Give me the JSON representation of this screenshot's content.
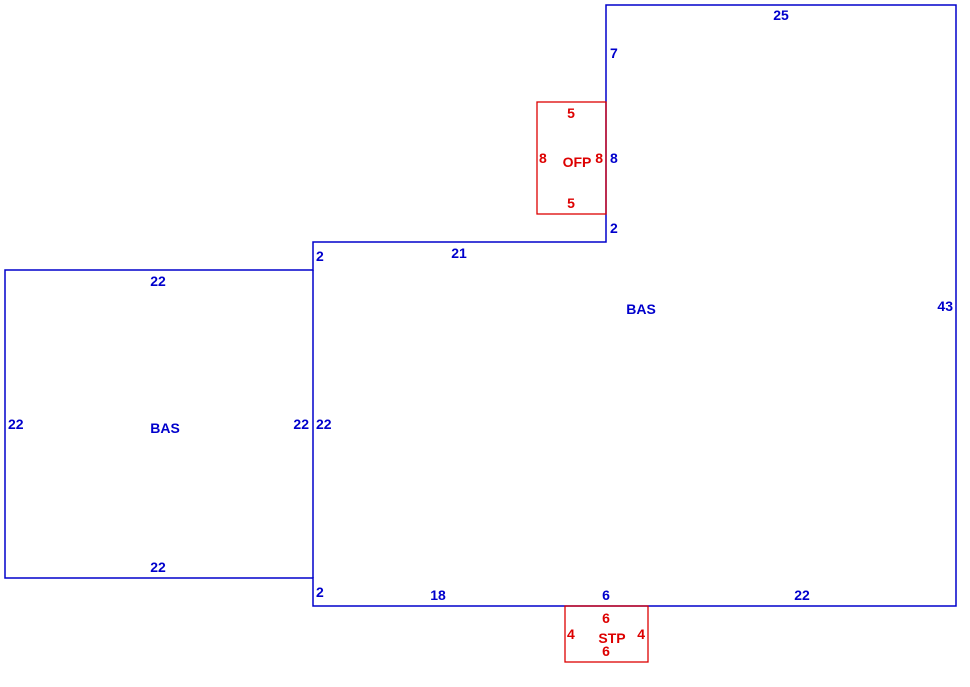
{
  "colors": {
    "main_area": "#0000cc",
    "sub_area": "#dd0000",
    "background": "#ffffff"
  },
  "areas": {
    "left_bas": {
      "label": "BAS",
      "dims": {
        "top": "22",
        "bottom": "22",
        "left": "22",
        "right": "22"
      }
    },
    "main_bas": {
      "label": "BAS",
      "dims": {
        "top_right": "25",
        "right": "43",
        "upper_left": "7",
        "porch_side": "8",
        "step": "2",
        "mid_top": "21",
        "left_top_step": "2",
        "left": "22",
        "left_bottom_step": "2",
        "bottom_left": "18",
        "bottom_mid": "6",
        "bottom_right": "22"
      }
    },
    "ofp": {
      "label": "OFP",
      "dims": {
        "top": "5",
        "bottom": "5",
        "left": "8",
        "right": "8"
      }
    },
    "stp": {
      "label": "STP",
      "dims": {
        "top": "6",
        "bottom": "6",
        "left": "4",
        "right": "4"
      }
    }
  }
}
